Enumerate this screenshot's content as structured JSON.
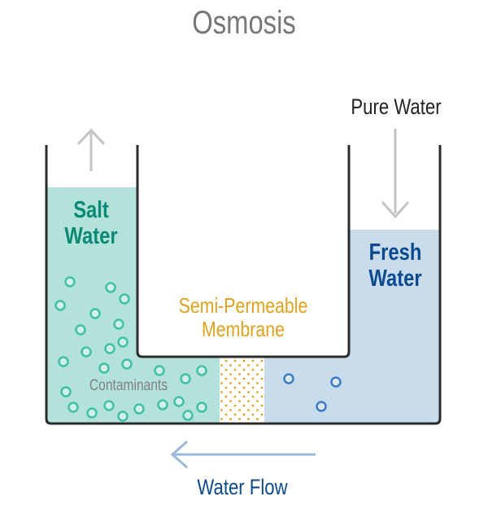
{
  "title": "Osmosis",
  "labels": {
    "salt_water": [
      "Salt",
      "Water"
    ],
    "fresh_water": [
      "Fresh",
      "Water"
    ],
    "membrane": [
      "Semi-Permeable",
      "Membrane"
    ],
    "contaminants": "Contaminants",
    "pure_water": "Pure Water",
    "water_flow": "Water Flow"
  },
  "colors": {
    "salt_water": "#b3e2dc",
    "salt_text": "#0a8a72",
    "particle": "#3fbfa6",
    "fresh_water": "#c9dceb",
    "fresh_text": "#0b4a8f",
    "fresh_particle": "#3a7cc0",
    "membrane": "#e0a21e",
    "arrow_gray": "#c4c4c4",
    "flow_arrow": "#9bb8d8",
    "container": "#2b2b2b",
    "title": "#777777"
  }
}
